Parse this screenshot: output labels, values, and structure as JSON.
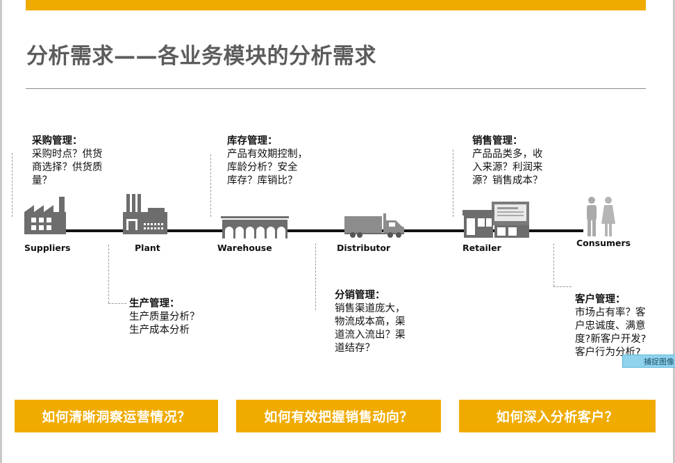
{
  "slide": {
    "title": "分析需求——各业务模块的分析需求"
  },
  "nodes": {
    "suppliers": "Suppliers",
    "plant": "Plant",
    "warehouse": "Warehouse",
    "distributor": "Distributor",
    "retailer": "Retailer",
    "consumers": "Consumers"
  },
  "notes": {
    "purchase": {
      "title": "采购管理：",
      "body": "采购时点？供货\n商选择？供货质\n量？"
    },
    "production": {
      "title": "生产管理：",
      "body": "生产质量分析？\n生产成本分析"
    },
    "inventory": {
      "title": "库存管理：",
      "body": "产品有效期控制，\n库龄分析？安全\n库存？库销比？"
    },
    "distribution": {
      "title": "分销管理：",
      "body": "销售渠道庞大，\n物流成本高，渠\n道流入流出？渠\n道结存？"
    },
    "sales": {
      "title": "销售管理：",
      "body": "产品品类多，收\n入来源？利润来\n源？销售成本？"
    },
    "customer": {
      "title": "客户管理：",
      "body": "市场占有率？客\n户忠诚度、满意\n度?新客户开发?\n客户行为分析?"
    }
  },
  "questions": [
    "如何清晰洞察运营情况？",
    "如何有效把握销售动向？",
    "如何深入分析客户？"
  ],
  "overlay": {
    "capture_tip": "捕捉图像"
  },
  "colors": {
    "accent": "#f0ab00",
    "title": "#5c5c5c",
    "icon": "#6d6d6d"
  }
}
